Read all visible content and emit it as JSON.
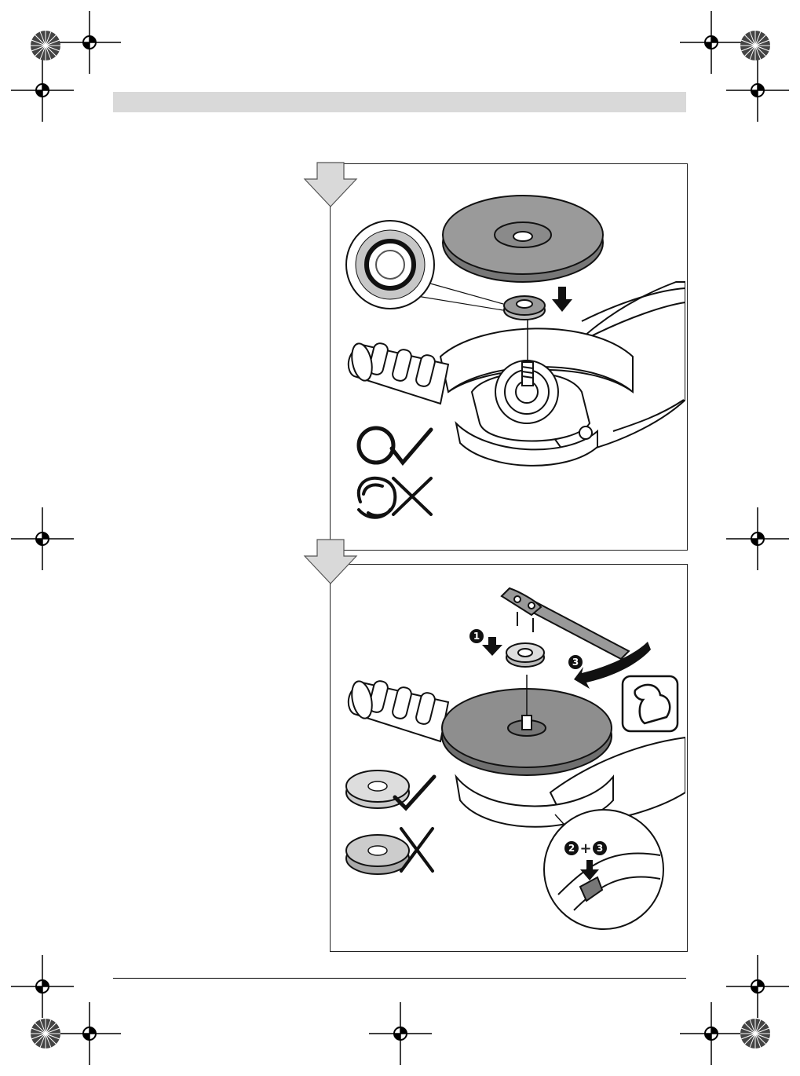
{
  "page": {
    "header_bar_color": "#d9d9d9",
    "panels": [
      {
        "id": "step-mount-wheel",
        "icons": [
          "down-arrow-icon",
          "cutting-disc",
          "mounting-flange",
          "flange-zoom",
          "spindle",
          "grinder-body",
          "check-icon",
          "cross-icon"
        ]
      },
      {
        "id": "step-tighten-nut",
        "icons": [
          "down-arrow-icon",
          "two-pin-spanner",
          "clamping-nut",
          "rotate-arrow-icon",
          "muscle-arm-icon",
          "spindle-lock-zoom",
          "check-icon",
          "cross-icon"
        ],
        "markers": {
          "step1": "1",
          "step3": "3",
          "step2": "2",
          "step3b": "3",
          "plus": "+"
        }
      }
    ]
  }
}
